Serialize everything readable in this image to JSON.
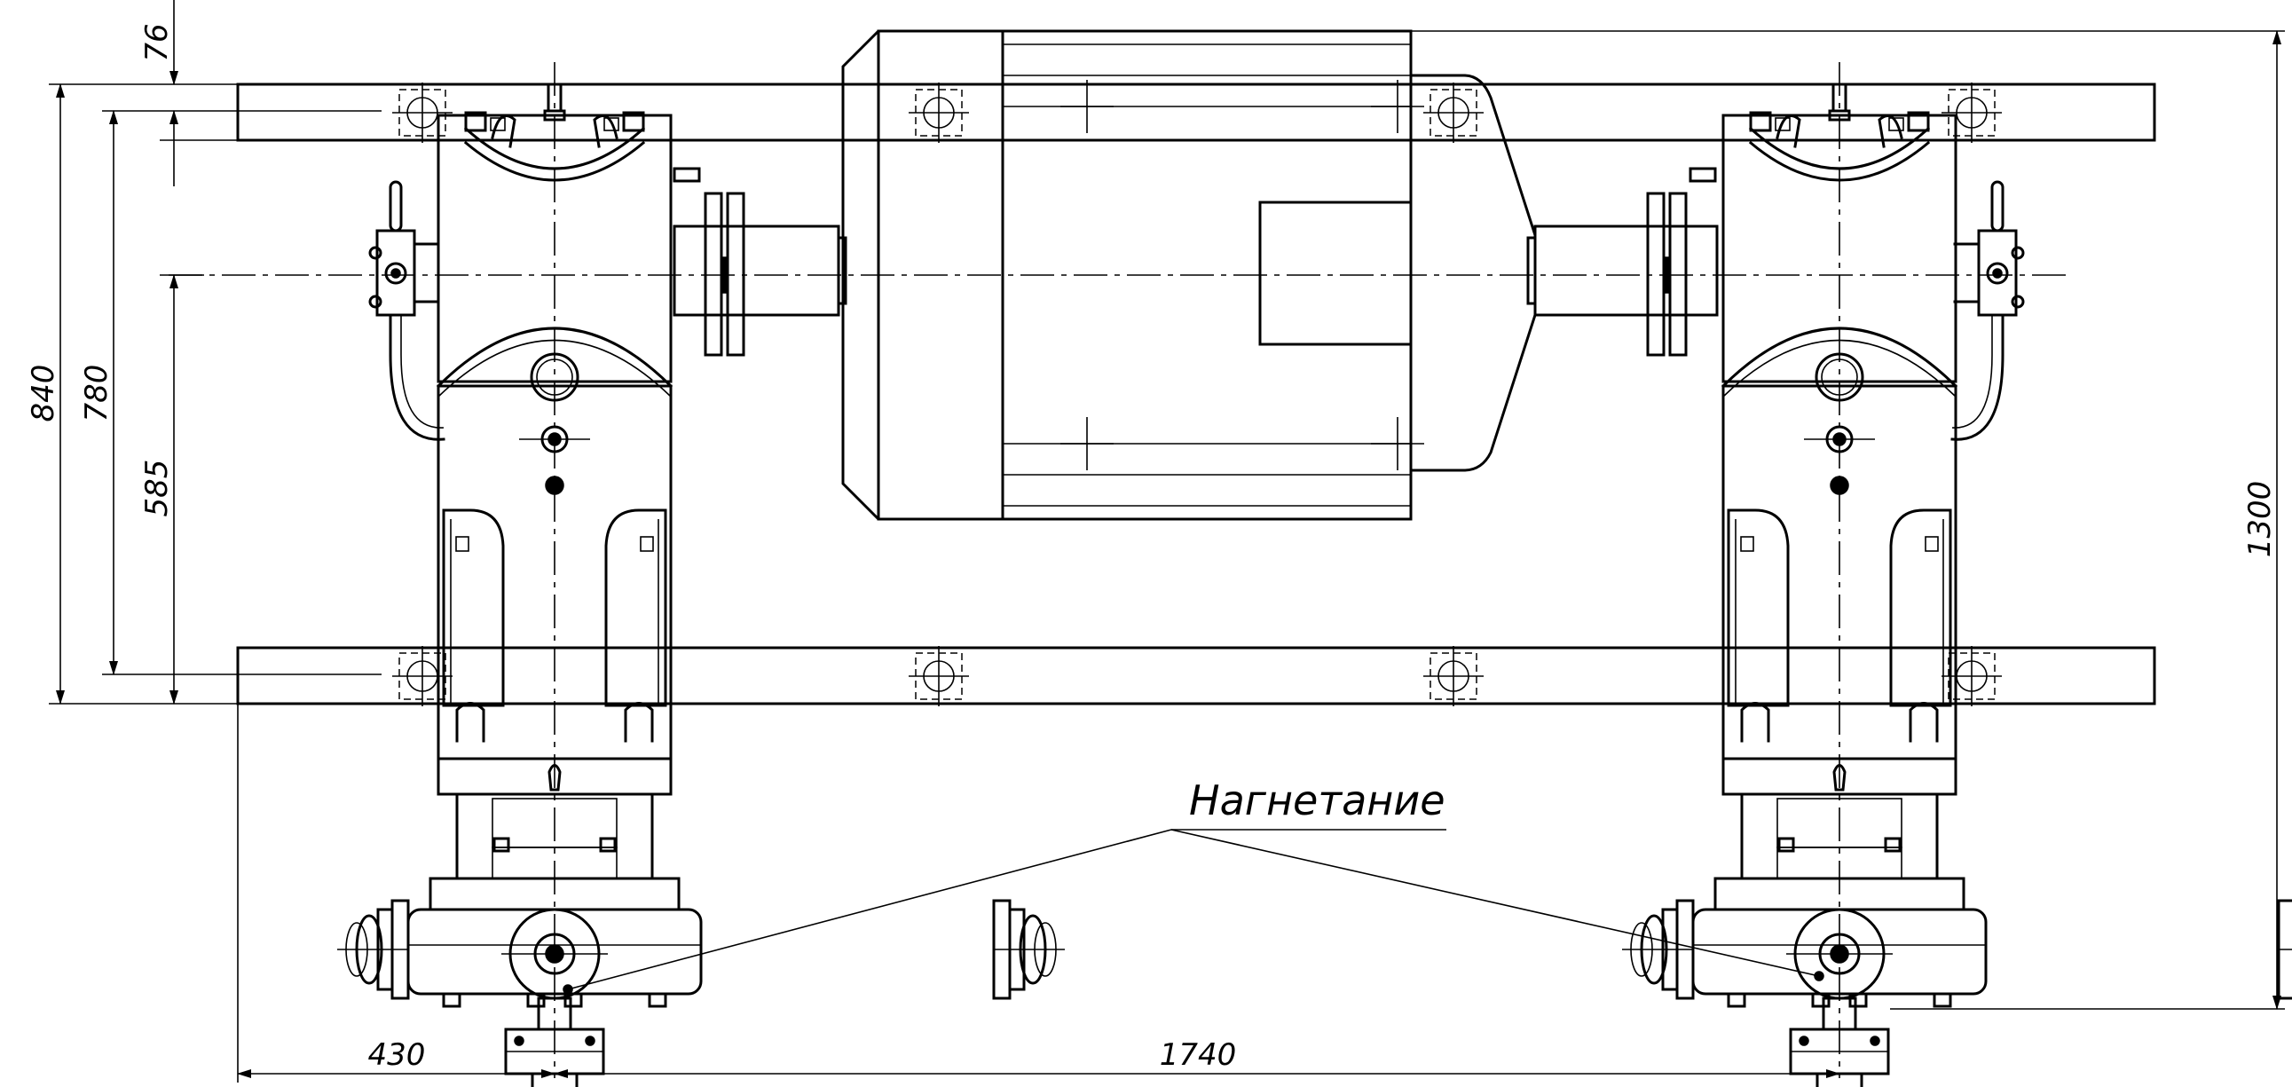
{
  "labels": {
    "discharge": "Нагнетание"
  },
  "dimensions": {
    "d76": "76",
    "d840": "840",
    "d780": "780",
    "d585": "585",
    "d1300": "1300",
    "d430": "430",
    "d1740": "1740"
  },
  "colors": {
    "line": "#000000",
    "background": "#ffffff"
  }
}
